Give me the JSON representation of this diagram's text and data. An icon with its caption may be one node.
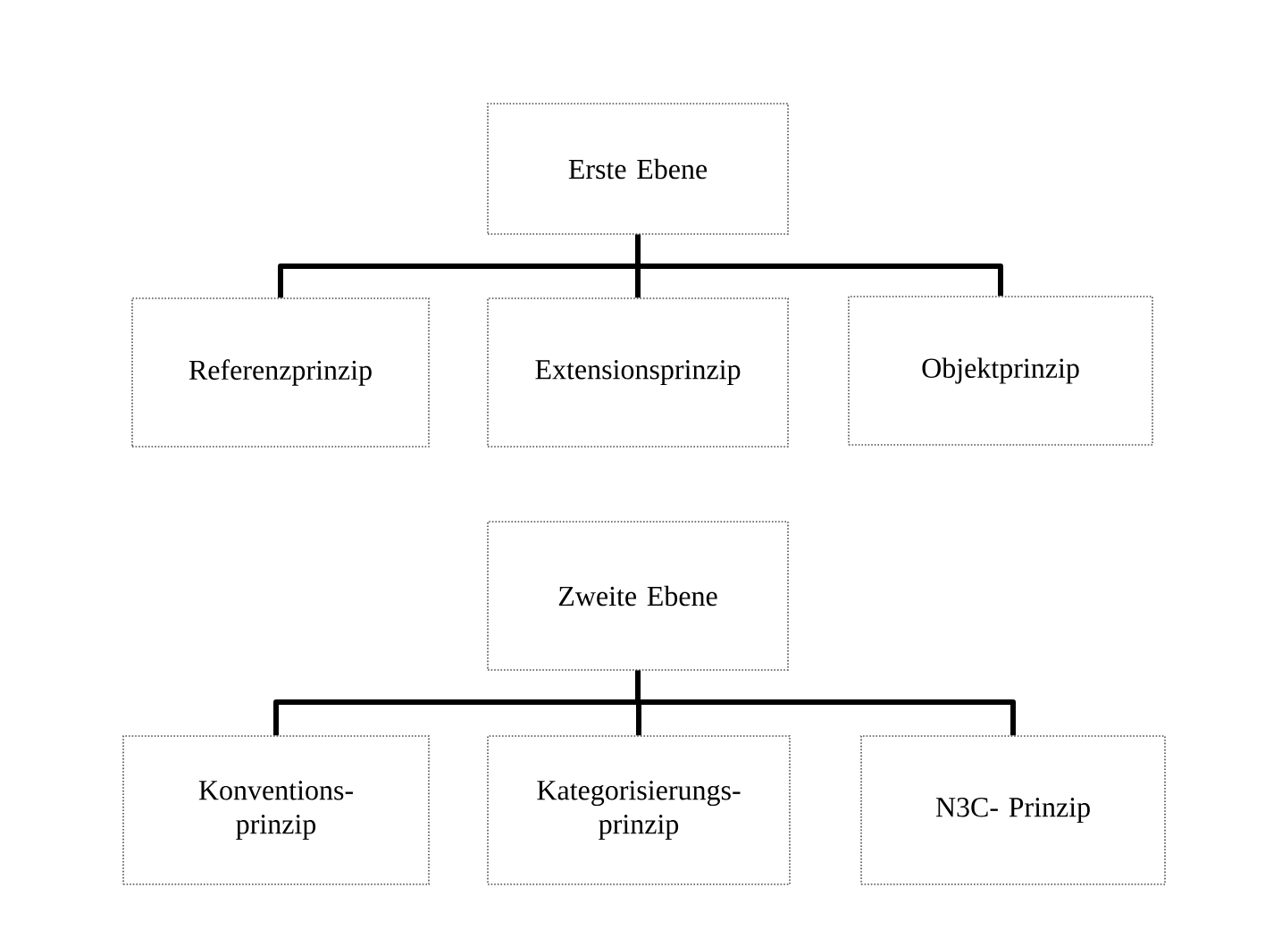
{
  "diagram": {
    "nodes": [
      {
        "text": [
          "Erste Ebene"
        ]
      },
      {
        "text": [
          "Referenzprinzip"
        ]
      },
      {
        "text": [
          "Extensionsprinzip"
        ]
      },
      {
        "text": [
          "Objektprinzip"
        ]
      },
      {
        "text": [
          "Zweite Ebene"
        ]
      },
      {
        "text": [
          "Konventions- prinzip"
        ]
      },
      {
        "text": [
          "Kategorisierungs- prinzip"
        ]
      },
      {
        "text": [
          "N3C- Prinzip"
        ]
      }
    ],
    "edges": [
      {
        "from": 0,
        "to": 1,
        "arrow": "none"
      },
      {
        "from": 0,
        "to": 2,
        "arrow": "none"
      },
      {
        "from": 0,
        "to": 3,
        "arrow": "none"
      },
      {
        "from": 4,
        "to": 5,
        "arrow": "none"
      },
      {
        "from": 4,
        "to": 6,
        "arrow": "none"
      },
      {
        "from": 4,
        "to": 7,
        "arrow": "none"
      }
    ]
  }
}
